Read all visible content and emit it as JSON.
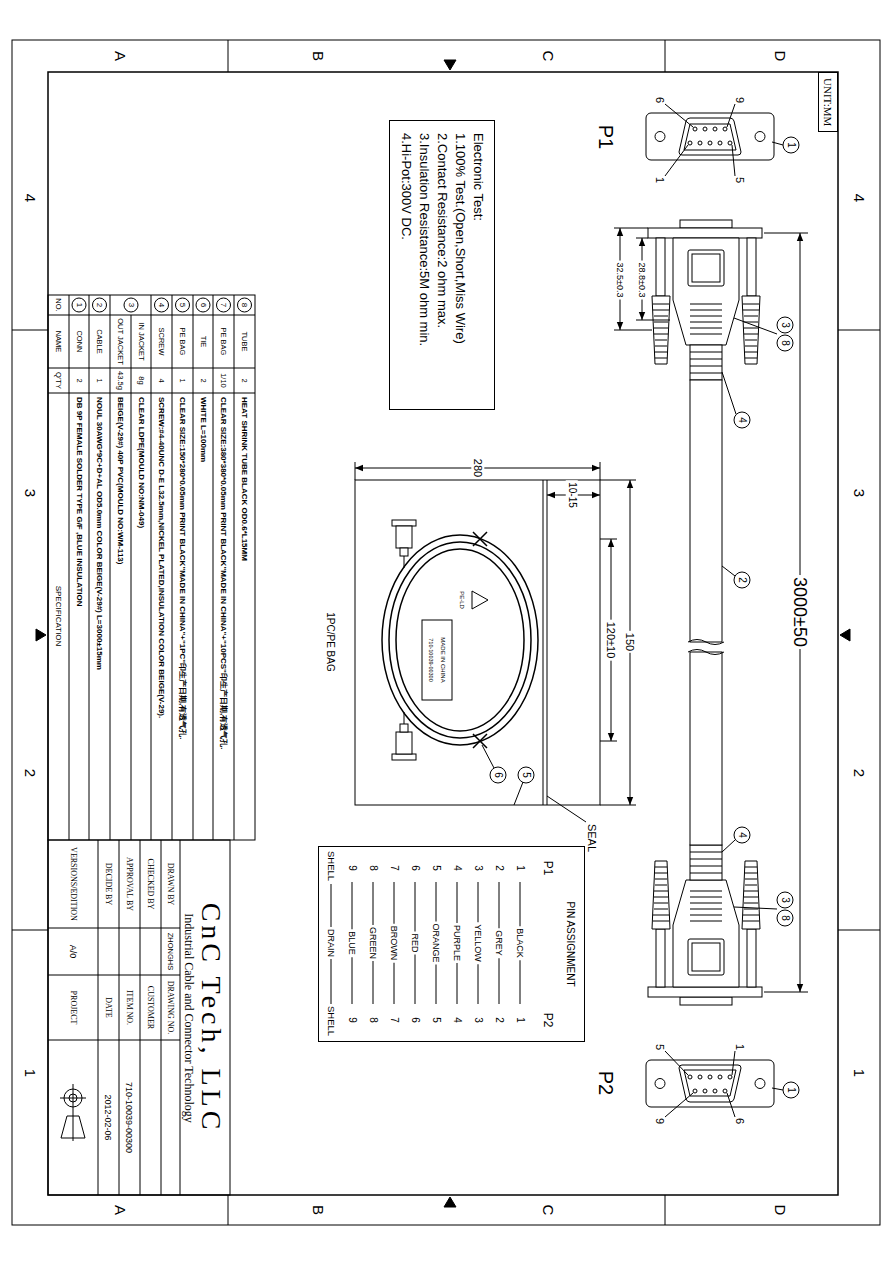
{
  "diagram": {
    "nodes": [
      {
        "text": [
          "UNIT:MM"
        ]
      },
      {
        "text": [
          "Electronic Test:",
          "1.100% Test.(Open,Short,Miss Wire)",
          "2.Contact Resistance:2 ohm max.",
          "3.Insulation Resistance:5M ohm min.",
          "4.Hi-Pot:300V DC."
        ]
      },
      {
        "text": [
          "PIN ASSIGNMENT"
        ]
      }
    ],
    "labels": [
      "A",
      "B",
      "C",
      "D",
      "A",
      "B",
      "C",
      "D",
      "4",
      "3",
      "2",
      "1",
      "4",
      "3",
      "2",
      "1",
      "P1",
      "6",
      "9",
      "1",
      "5",
      "1",
      "P2",
      "5",
      "1",
      "9",
      "6",
      "1",
      "28.8±0.3",
      "32.5±0.3",
      "3",
      "8",
      "4",
      "2",
      "4",
      "3",
      "8",
      "3000±50",
      "280",
      "10-15",
      "150",
      "120±10",
      "SEAL",
      "1PC/PE BAG",
      "5",
      "6",
      "PE-LD",
      "MADE IN CHINA",
      "710-10039-00300",
      "P1",
      "P2",
      "1",
      "BLACK",
      "1",
      "2",
      "GREY",
      "2",
      "3",
      "YELLOW",
      "3",
      "4",
      "PURPLE",
      "4",
      "5",
      "ORANGE",
      "5",
      "6",
      "RED",
      "6",
      "7",
      "BROWN",
      "7",
      "8",
      "GREEN",
      "8",
      "9",
      "BLUE",
      "9",
      "SHELL",
      "DRAIN",
      "SHELL",
      "8",
      "TUBE",
      "2",
      "HEAT SHRINK TUBE BLACK OD0.6*L15MM",
      "7",
      "PE BAG",
      "1/10",
      "CLEAR SIZE:380*380*0.05mm PRINT BLACK\"MADE IN CHINA\"+\"10PCS\"印生产日期,有透气孔.",
      "6",
      "TIE",
      "2",
      "WHITE L=100mm",
      "5",
      "PE BAG",
      "1",
      "CLEAR SIZE:150*280*0.05mm PRINT BLACK\"MADE IN CHINA\"+\"1PC\"印生产日期,有透气孔.",
      "4",
      "SCREW",
      "4",
      "SCREW:#4-40UNC D-E L32.5mm,NICKEL PLATED,INSULATION COLOR BEIGE(V-29).",
      "3",
      "IN JACKET",
      "8g",
      "CLEAR LDPE(MOULD NO:NM-049)",
      "OUT JACKET",
      "43.5g",
      "BEIGE(V-29#) 40P PVC(MOULD NO:WM-113)",
      "2",
      "CABLE",
      "1",
      "NOUL 30AWG*9C+D+AL OD5.0mm COLOR BEIGE(V-29#) L=3000±15mm",
      "1",
      "CONN",
      "2",
      "DB 9P FEMALE SOLDER TYPE G/F ,BLUE INSULATION",
      "NO.",
      "NAME",
      "Q'TY",
      "SPECIFICATION",
      "CnC Tech, LLC",
      "Industrial Cable and Connector Technology",
      "DRAWN BY",
      "ZHONGHS",
      "DRAWING NO.",
      "CHECKED BY",
      "CUSTOMER",
      "APPROVAL BY",
      "ITEM NO.",
      "710-10039-00300",
      "DECIDE BY",
      "DATE",
      "2012-02-06",
      "VERSIONS/EDITION",
      "A/0",
      "PROJECT"
    ]
  }
}
